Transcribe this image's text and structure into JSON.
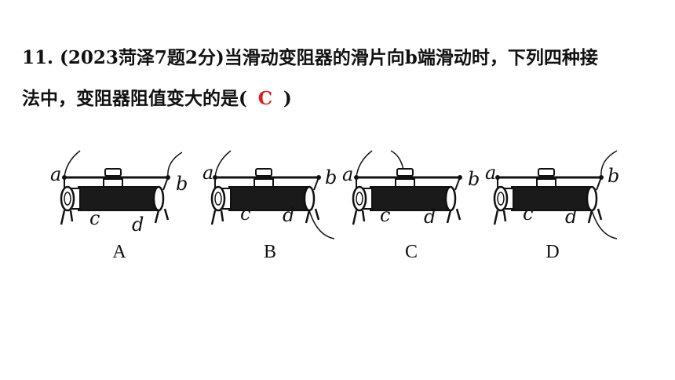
{
  "question": {
    "line1": "11. (2023菏泽7题2分)当滑动变阻器的滑片向b端滑动时，下列四种接",
    "line2_before": "法中，变阻器阻值变大的是(",
    "answer": "C",
    "line2_after": ")"
  },
  "terminals": {
    "a": "a",
    "b": "b",
    "c": "c",
    "d": "d"
  },
  "options": [
    "A",
    "B",
    "C",
    "D"
  ],
  "colors": {
    "answer": "#e01e1e",
    "ink": "#111111"
  }
}
